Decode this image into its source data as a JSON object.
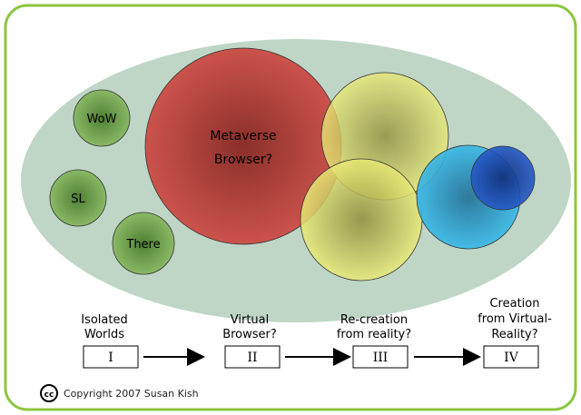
{
  "colors": {
    "frame": "#8cc63f",
    "ellipse": "#bfd6c7",
    "green_circle": "#7fae5a",
    "red_circle": "#c84a44",
    "yellow_circle": "#eef07a",
    "cyan_circle": "#35b6e8",
    "blue_circle": "#1a4fbf"
  },
  "circles": {
    "wow": "WoW",
    "sl": "SL",
    "there": "There",
    "metaverse_line1": "Metaverse",
    "metaverse_line2": "Browser?"
  },
  "stages": [
    {
      "title_lines": [
        "Isolated",
        "Worlds"
      ],
      "numeral": "I"
    },
    {
      "title_lines": [
        "Virtual",
        "Browser?"
      ],
      "numeral": "II"
    },
    {
      "title_lines": [
        "Re-creation",
        "from reality?"
      ],
      "numeral": "III"
    },
    {
      "title_lines": [
        "Creation",
        "from Virtual-",
        "Reality?"
      ],
      "numeral": "IV"
    }
  ],
  "footer": {
    "cc_icon": "cc-icon",
    "cc_text": "cc",
    "copyright": "Copyright 2007 Susan Kish"
  }
}
